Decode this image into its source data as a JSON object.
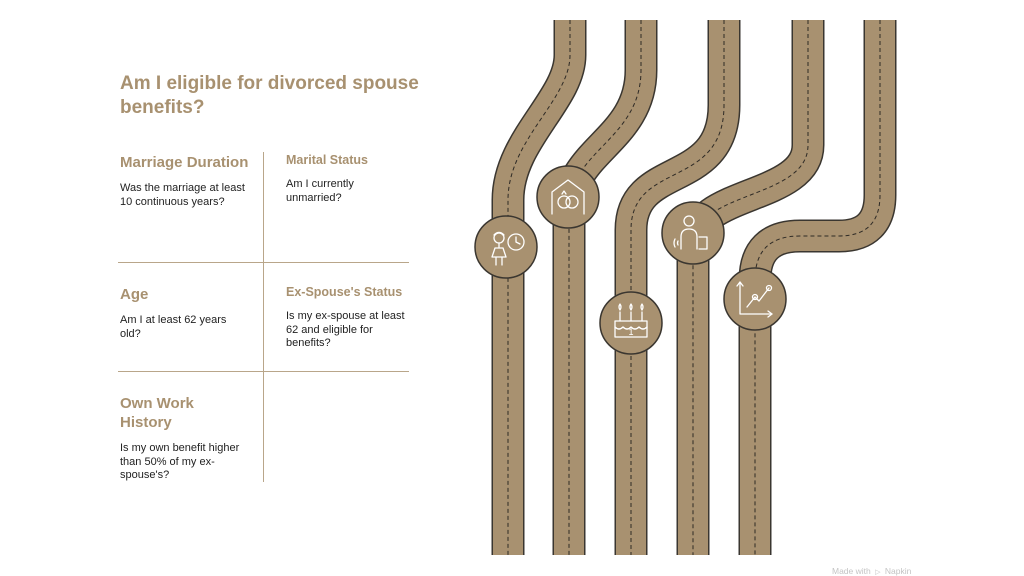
{
  "title": "Am I eligible for divorced spouse benefits?",
  "criteria": [
    {
      "heading": "Marriage Duration",
      "text": "Was the marriage at least 10 continuous years?"
    },
    {
      "heading": "Marital Status",
      "text": "Am I currently unmarried?"
    },
    {
      "heading": "Age",
      "text": "Am I at least 62 years old?"
    },
    {
      "heading": "Ex-Spouse's Status",
      "text": "Is my ex-spouse at least 62 and eligible for benefits?"
    },
    {
      "heading": "Own Work History",
      "text": "Is my own benefit higher than 50% of my ex-spouse's?"
    }
  ],
  "icons": [
    {
      "name": "person-clock-icon"
    },
    {
      "name": "house-rings-icon"
    },
    {
      "name": "birthday-cake-icon"
    },
    {
      "name": "person-benefits-icon"
    },
    {
      "name": "growth-chart-icon"
    }
  ],
  "cake_digit": "1",
  "credit": {
    "prefix": "Made with",
    "brand": "Napkin"
  },
  "colors": {
    "accent": "#a89170",
    "road": "#a89170",
    "road_outline": "#3a3630",
    "dash": "#2e2a25",
    "divider": "#b9a68a",
    "body_text": "#222222"
  }
}
